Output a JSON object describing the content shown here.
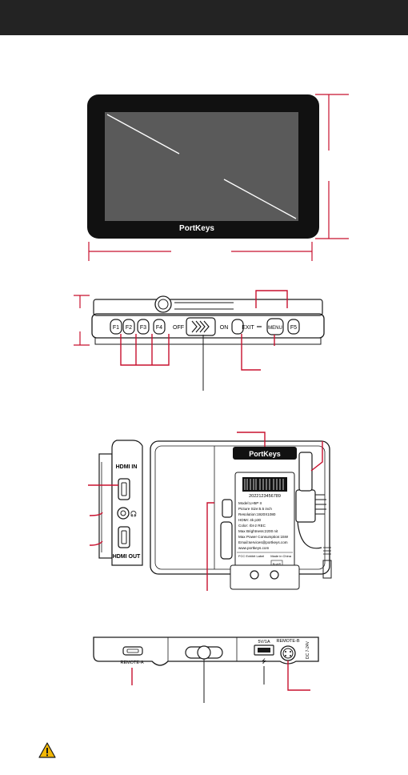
{
  "header": {
    "color": "#232323"
  },
  "front_view": {
    "brand": "PortKeys"
  },
  "top_view": {
    "buttons": [
      "F1",
      "F2",
      "F3",
      "F4",
      "EXIT",
      "MENU",
      "F5"
    ],
    "switch_off": "OFF",
    "switch_on": "ON"
  },
  "side_view": {
    "hdmi_in": "HDMI IN",
    "hdmi_out": "HDMI OUT",
    "headphone_icon": "headphone-icon"
  },
  "back_view": {
    "brand": "PortKeys",
    "barcode": "2022123456789",
    "specs": [
      "Model:LH5P II",
      "Picture Size:5.5 inch",
      "Resolution:1920X1080",
      "HDMI: 4k p30",
      "Color: rbt-2 REC",
      "Max Brightness:2200 nit",
      "Max Power Consumption:15W",
      "Email:services@portkeys.com",
      "www.portkeys.com"
    ],
    "fcc_line": "FCC Exhibit Label",
    "made_in": "Made in China",
    "rohs": "RoHS"
  },
  "bottom_view": {
    "remote_a": "REMOTE-A",
    "usb": "5V/1A",
    "remote_b": "REMOTE-B",
    "dc": "DC 7-24V"
  },
  "colors": {
    "callout": "#c8102e",
    "line": "#1a1a1a",
    "screen": "#5a5a5a"
  },
  "footer": {
    "icon": "warning-icon"
  }
}
